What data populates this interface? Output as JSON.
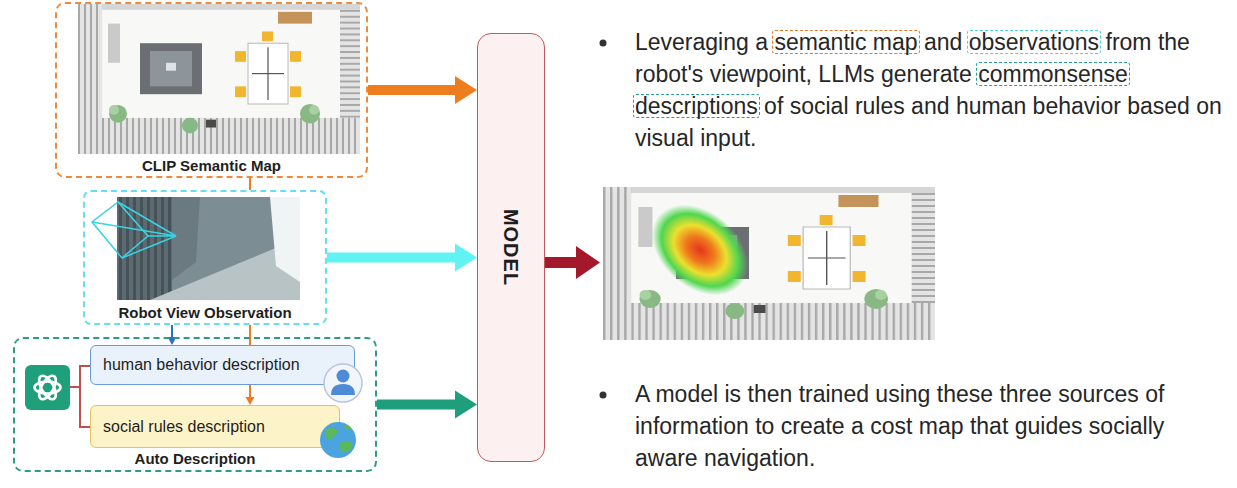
{
  "diagram": {
    "nodes": [
      {
        "text": [
          "CLIP Semantic Map"
        ]
      },
      {
        "text": [
          "Robot View Observation"
        ]
      },
      {
        "text": [
          "Auto Description"
        ]
      },
      {
        "text": [
          "human behavior description"
        ],
        "in": 2
      },
      {
        "text": [
          "social rules description"
        ],
        "in": 2
      },
      {
        "text": [
          "MODEL"
        ]
      }
    ],
    "edges": [
      {
        "from": 0,
        "to": 5,
        "arrow": "to"
      },
      {
        "from": 1,
        "to": 5,
        "arrow": "to"
      },
      {
        "from": 2,
        "to": 5,
        "arrow": "to"
      },
      {
        "from": 0,
        "to": 1,
        "arrow": "none"
      },
      {
        "from": 1,
        "to": 3,
        "arrow": "to"
      },
      {
        "from": 1,
        "to": 3,
        "arrow": "none"
      },
      {
        "from": 3,
        "to": 4,
        "arrow": "to"
      }
    ],
    "labels": [
      "Leveraging a semantic map and observations from the robot's viewpoint, LLMs generate commonsense descriptions of social rules and human behavior based on visual input.",
      "A model is then trained using these three sources of information to create a cost map that guides socially aware navigation."
    ]
  }
}
